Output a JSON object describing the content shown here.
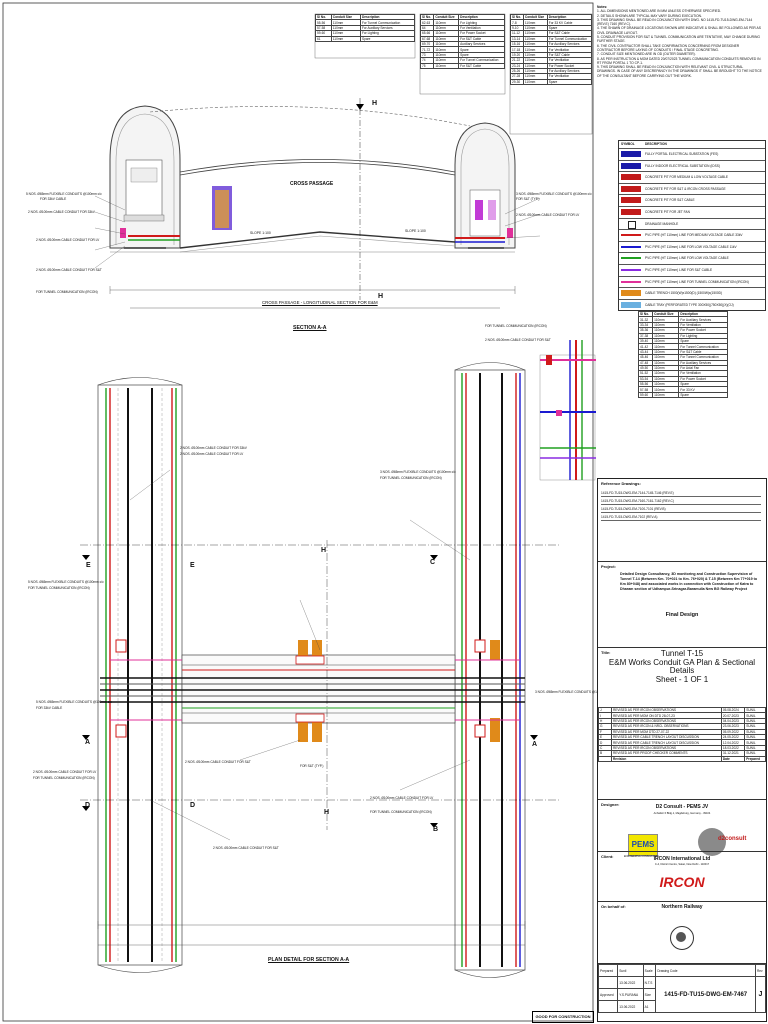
{
  "drawing": {
    "section_aa": "SECTION A-A",
    "cross_passage": "CROSS PASSAGE",
    "cp_long_section": "CROSS PASSAGE - LONGITUDINAL SECTION FOR E&M",
    "plan_detail": "PLAN DETAIL FOR SECTION A-A",
    "good_for_construction": "GOOD FOR CONSTRUCTION",
    "section_marks": [
      "A",
      "B",
      "C",
      "D",
      "E",
      "H"
    ],
    "slope_label": "SLOPE 1:100",
    "callouts_left": [
      "5 NOS. Ø65mm FLEXIBLE CONDUITS @100mm c/c",
      "FOR 33kV CABLE",
      "2 NOS. Ø100mm CABLE CONDUIT FOR 33kV",
      "2 NOS. Ø100mm CABLE CONDUIT FOR LV",
      "2 NOS. Ø100mm CABLE CONDUIT FOR S&T",
      "FOR TUNNEL COMMUNICATION (IRCON)"
    ],
    "callouts_right": [
      "3 NOS. Ø65mm FLEXIBLE CONDUITS @100mm c/c",
      "FOR S&T (TYP.)",
      "2 NOS. Ø100mm CABLE CONDUIT FOR LV",
      "FOR TUNNEL COMMUNICATION (IRCON)",
      "2 NOS. Ø100mm CABLE CONDUIT FOR S&T"
    ]
  },
  "conduit_tables": {
    "header": [
      "Sl No.",
      "Conduit Size",
      "Description"
    ],
    "table1": [
      [
        "55-56",
        "110mm",
        "For Tunnel Communication"
      ],
      [
        "57-58",
        "110mm",
        "For Auxiliary Services"
      ],
      [
        "59-60",
        "110mm",
        "For Lighting"
      ],
      [
        "61",
        "110mm",
        "Spare"
      ]
    ],
    "table2": [
      [
        "62-63",
        "110mm",
        "For Lighting"
      ],
      [
        "64",
        "110mm",
        "For Ventilation"
      ],
      [
        "65-66",
        "110mm",
        "For Power Socket"
      ],
      [
        "67-68",
        "110mm",
        "For S&T Cable"
      ],
      [
        "69-70",
        "110mm",
        "Auxiliary Services"
      ],
      [
        "71-72",
        "110mm",
        "Spare"
      ],
      [
        "73",
        "110mm",
        "Spare"
      ],
      [
        "74",
        "110mm",
        "For Tunnel Communication"
      ],
      [
        "75",
        "110mm",
        "For S&T Cable"
      ]
    ],
    "table3": [
      [
        "7-8",
        "110mm",
        "For 33 KV Cable"
      ],
      [
        "9-10",
        "110mm",
        "Spare"
      ],
      [
        "11-12",
        "110mm",
        "For S&T Cable"
      ],
      [
        "13-14",
        "110mm",
        "For Tunnel Communication"
      ],
      [
        "15-16",
        "110mm",
        "For Auxiliary Services"
      ],
      [
        "17-18",
        "110mm",
        "For Ventilation"
      ],
      [
        "19-20",
        "110mm",
        "For S&T Cable"
      ],
      [
        "21-22",
        "110mm",
        "For Ventilation"
      ],
      [
        "23-24",
        "110mm",
        "For Power Socket"
      ],
      [
        "25-26",
        "110mm",
        "For Auxiliary Services"
      ],
      [
        "27-28",
        "110mm",
        "For Ventilation"
      ],
      [
        "29-30",
        "110mm",
        "Spare"
      ]
    ],
    "table4": [
      [
        "31-32",
        "110mm",
        "For Auxiliary Services"
      ],
      [
        "33-34",
        "110mm",
        "For Ventilation"
      ],
      [
        "35-36",
        "110mm",
        "For Power Socket"
      ],
      [
        "37-38",
        "110mm",
        "For Lighting"
      ],
      [
        "39-40",
        "110mm",
        "Spare"
      ],
      [
        "41-42",
        "110mm",
        "For Tunnel Communication"
      ],
      [
        "43-44",
        "110mm",
        "For S&T Cable"
      ],
      [
        "45-46",
        "110mm",
        "For Tunnel Communication"
      ],
      [
        "47-48",
        "110mm",
        "For Auxiliary Services"
      ],
      [
        "49-50",
        "110mm",
        "For Axial Fan"
      ],
      [
        "51-52",
        "110mm",
        "For Ventilation"
      ],
      [
        "53-54",
        "110mm",
        "For Power Socket"
      ],
      [
        "55-56",
        "110mm",
        "Spare"
      ],
      [
        "57-58",
        "110mm",
        "For 33 KV"
      ],
      [
        "59-60",
        "110mm",
        "Spare"
      ]
    ]
  },
  "notes": {
    "heading": "Notes:",
    "items": [
      "1. ALL DIMENSIONS MENTIONED ARE IN MM UNLESS OTHERWISE SPECIFIED.",
      "2. DETAILS SHOWN ARE TYPICAL MAY VARY DURING EXECUTION.",
      "3. THIS DRAWING SHALL BE READ IN CONJUNCTION WITH DWG. NO 1415-FD-TU15-DWG-EM-7144 (REV.E) 7160 (REV.C).",
      "4. THE SHAWN OF DRAINAGE LOCATIONS SHOWN ARE INDICATIVE & SHALL BE FOLLOWED AS PER AS CIVIL DRAINAGE LAYOUT.",
      "5. CONDUIT PROVISION FOR S&T & TUNNEL COMMUNICATION ARE TENTATIVE, MAY CHANGE DURING FURTHER STAGE.",
      "6. THE CIVIL CONTRACTOR SHALL TAKE CONFIRMATION CONCERNING FROM DESIGNER CONTRACTOR BEFORE LAYING OF CONDUITS / FINAL STAGE CONCRETING.",
      "7. CONDUIT SIZE MENTIONED ARE IN OD (OUTER DIAMETER).",
      "8. AS PER INSTRUCTION & MOM DATED 20/07/2023 TUNNEL COMMUNICATION CONDUITS REMOVED IN RT FROM PORTAL 1 TO CP-1.",
      "9. THIS DRAWING SHALL BE READ IN CONJUNCTION WITH RELEVANT CIVIL & STRUCTURAL DRAWINGS. IN CASE OF ANY DISCREPANCY IN THE DRAWINGS IT SHALL BE BROUGHT TO THE NOTICE OF THE CONSULTANT BEFORE CARRYING OUT THE WORK."
    ]
  },
  "legend": {
    "header": [
      "SYMBOL",
      "DESCRIPTION"
    ],
    "items": [
      {
        "color": "#1a1aa8",
        "text": "FULLY PORTAL ELECTRICAL SUBSTATION (FES)"
      },
      {
        "color": "#1a1aa8",
        "text": "FULLY INDOOR ELECTRICAL SUBSTATION (IDSS)"
      },
      {
        "color": "#c21a1a",
        "text": "CONCRETE PIT FOR MEDIUM & LOW VOLTAGE CABLE"
      },
      {
        "color": "#c21a1a",
        "text": "CONCRETE PIT FOR S&T & IRCON CROSS PASSAGE"
      },
      {
        "color": "#c21a1a",
        "text": "CONCRETE PIT FOR S&T CABLE"
      },
      {
        "color": "#c21a1a",
        "text": "CONCRETE PIT FOR JET FAN"
      },
      {
        "color": "#222222",
        "text": "DRAINAGE MANHOLE"
      },
      {
        "color": "#d01a1a",
        "text": "PVC PIPE (HT 110mm) LINE FOR MEDIUM VOLTAGE CABLE 33kV"
      },
      {
        "color": "#1a1ad0",
        "text": "PVC PIPE (HT 110mm) LINE FOR LOW VOLTAGE CABLE 11kV"
      },
      {
        "color": "#20a020",
        "text": "PVC PIPE (HT 110mm) LINE FOR LOW VOLTAGE CABLE"
      },
      {
        "color": "#8a2be2",
        "text": "PVC PIPE (HT 110mm) LINE FOR S&T CABLE"
      },
      {
        "color": "#e0309a",
        "text": "PVC PIPE (HT 110mm) LINE FOR TUNNEL COMMUNICATION (IRCON)"
      },
      {
        "color": "#e08a1a",
        "text": "CABLE TRENCH 1500(W)x1500(D) (1500W)x(1500D)"
      },
      {
        "color": "#6ab0e0",
        "text": "CABLE TRAY (PERFORATED TYPE 300X50)(750X50)(X)(OJ)"
      }
    ]
  },
  "reference_drawings": {
    "heading": "Reference Drawings:",
    "items": [
      "1415-FD-TU15-DWG-EM-7144-7145-7146 (REV.E)",
      "1415-FD-TU15-DWG-EM-7160-7161-7162 (REV.C)",
      "1415-FD-TU15-DWG-EM-7100-7101 (REV.B)",
      "1415-FD-TU15-DWG-EM-7102 (REV.A)"
    ]
  },
  "project": {
    "label": "Project:",
    "text": "Detailed Design Consultancy, 3D monitoring and Construction Supervision of Tunnel T-14 (Between Km. 70+021 to Km. 76+020) & T-15 (Between Km 77+019 to Km 80+048) and associated works in connection with Construction of Katra to Dharam section of Udhampur-Srinagar-Baramulla New BG Railway Project",
    "stage": "Final Design"
  },
  "title": {
    "label": "Title:",
    "line1": "Tunnel T-15",
    "line2": "E&M Works Conduit GA Plan & Sectional Details",
    "line3": "Sheet - 1 OF 1"
  },
  "revisions": {
    "header": [
      "Revision",
      "Date",
      "Prepared"
    ],
    "rows": [
      [
        "REVISED AS PER IRCON OBSERVATIONS",
        "05.08.2024",
        "SUNIL"
      ],
      [
        "REVISED AS PER MOM ON DTD 28-07-23",
        "20.07.2023",
        "SUNIL"
      ],
      [
        "REVISED AS PER IRCON OBSERVATIONS",
        "04.04.2023",
        "SUNIL"
      ],
      [
        "REVISED AS PER IRCON & NRCL OBSERVATIONS",
        "23.06.2023",
        "SUNIL"
      ],
      [
        "REVISED AS PER MOM DTD 27-07-22",
        "05.09.2022",
        "SUNIL"
      ],
      [
        "REVISED AS PER CABLE TRENCH LAYOUT DISCUSSION",
        "24.05.2022",
        "SUNIL"
      ],
      [
        "REVISED AS PER CABLE TRENCH LAYOUT DISCUSSION",
        "12.04.2022",
        "SUNIL"
      ],
      [
        "REVISED AS PER IRCON OBSERVATIONS",
        "18.03.2022",
        "SUNIL"
      ],
      [
        "REVISED AS PER PROOF CHECKER COMMENTS",
        "31.12.2021",
        "SUNIL"
      ]
    ]
  },
  "designer": {
    "label": "Designer:",
    "name": "D2 Consult - PEMS JV",
    "address": "Anhaltstr 6 Bldg.1, Magdeburg, Germany - 39104",
    "logo1": "PEMS",
    "logo1_sub": "ENGINEERING CONSULTANTS",
    "logo2": "d2consult"
  },
  "client": {
    "label": "Client:",
    "name": "IRCON International Ltd",
    "address": "C-4, District Centre, Saket, New Delhi - 110017",
    "logo": "IRCON"
  },
  "on_behalf": {
    "label": "On behalf of:",
    "name": "Northern Railway"
  },
  "signoff": {
    "prepared_label": "Prepared",
    "prepared_by": "Sunil",
    "prepared_date": "13.06.2022",
    "approved_label": "Approved",
    "approved_by": "Y.S.PURANA",
    "approved_date": "13.06.2022",
    "scale_label": "Scale",
    "scale": "N.T.S",
    "size_label": "Size",
    "size": "A1",
    "drawing_code_label": "Drawing Code",
    "drawing_code": "1415-FD-TU15-DWG-EM-7467",
    "rev_label": "Rev",
    "rev": "J"
  }
}
